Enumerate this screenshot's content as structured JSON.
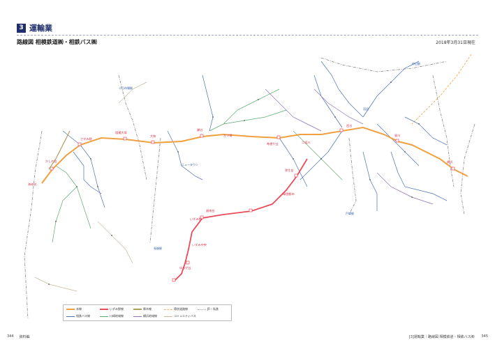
{
  "header": {
    "chapter_number": "3",
    "chapter_title": "運輸業"
  },
  "map": {
    "title": "路線図 相模鉄道㈱・相鉄バス㈱",
    "date": "2018年3月31日現在",
    "station_labels": [
      "湘南台",
      "いずみ野",
      "いずみ中央",
      "ゆめが丘",
      "緑園都市",
      "弥生台",
      "二俣川",
      "希望ケ丘",
      "三ツ境",
      "瀬谷",
      "大和",
      "相模大塚",
      "さがみ野",
      "かしわ台",
      "海老名",
      "星川",
      "西谷",
      "横浜"
    ],
    "other_labels": [
      "十日市場駅",
      "ニュータウン",
      "中山駅",
      "長後駅",
      "戸塚駅",
      "羽沢"
    ]
  },
  "legend": {
    "items": [
      {
        "label": "本線",
        "color": "#f0a040",
        "style": "solid"
      },
      {
        "label": "いずみ野線",
        "color": "#e94b5b",
        "style": "solid"
      },
      {
        "label": "厚木線",
        "color": "#b0a060",
        "style": "solid"
      },
      {
        "label": "環状道路線",
        "color": "#f0b060",
        "style": "dashed"
      },
      {
        "label": "JR・私鉄",
        "color": "#999999",
        "style": "dashdot"
      },
      {
        "label": "相鉄バス線",
        "color": "#4a70b0",
        "style": "solid"
      },
      {
        "label": "川崎地域線",
        "color": "#5aaa70",
        "style": "solid"
      },
      {
        "label": "横浜地域線",
        "color": "#9070b0",
        "style": "solid"
      },
      {
        "label": "コミュニティバス",
        "color": "#c8b8a0",
        "style": "solid"
      }
    ]
  },
  "footer": {
    "left_page": "344",
    "left_title": "資料編",
    "right_title": "[3]運輸業｜路線図 相模鉄道・相鉄バス㈱",
    "right_page": "345"
  }
}
